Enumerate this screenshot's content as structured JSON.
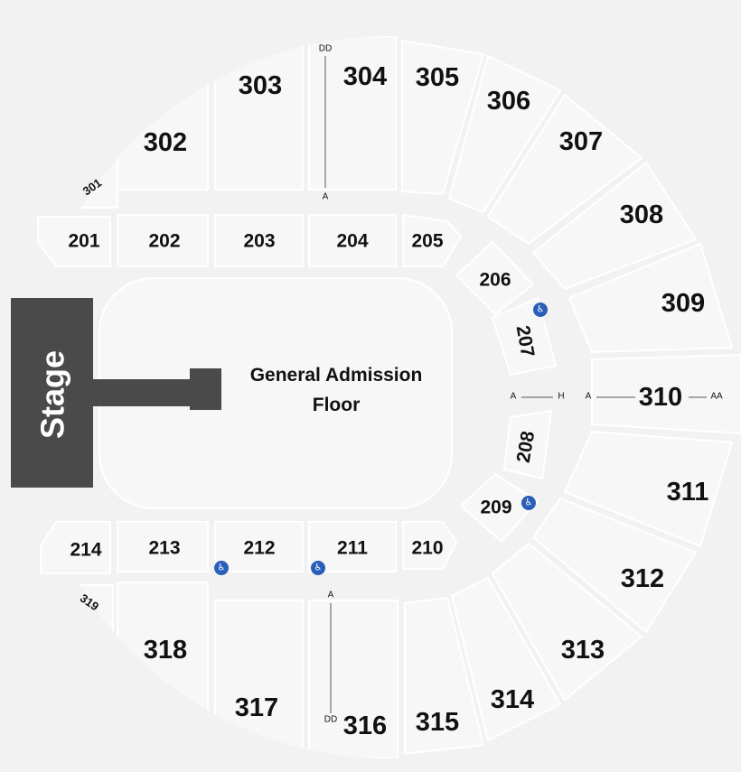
{
  "stage": {
    "label": "Stage"
  },
  "floor": {
    "line1": "General Admission",
    "line2": "Floor"
  },
  "sections_300": [
    {
      "id": "301",
      "label": "301"
    },
    {
      "id": "302",
      "label": "302"
    },
    {
      "id": "303",
      "label": "303"
    },
    {
      "id": "304",
      "label": "304"
    },
    {
      "id": "305",
      "label": "305"
    },
    {
      "id": "306",
      "label": "306"
    },
    {
      "id": "307",
      "label": "307"
    },
    {
      "id": "308",
      "label": "308"
    },
    {
      "id": "309",
      "label": "309"
    },
    {
      "id": "310",
      "label": "310"
    },
    {
      "id": "311",
      "label": "311"
    },
    {
      "id": "312",
      "label": "312"
    },
    {
      "id": "313",
      "label": "313"
    },
    {
      "id": "314",
      "label": "314"
    },
    {
      "id": "315",
      "label": "315"
    },
    {
      "id": "316",
      "label": "316"
    },
    {
      "id": "317",
      "label": "317"
    },
    {
      "id": "318",
      "label": "318"
    },
    {
      "id": "319",
      "label": "319"
    }
  ],
  "sections_200": [
    {
      "id": "201",
      "label": "201"
    },
    {
      "id": "202",
      "label": "202"
    },
    {
      "id": "203",
      "label": "203"
    },
    {
      "id": "204",
      "label": "204"
    },
    {
      "id": "205",
      "label": "205"
    },
    {
      "id": "206",
      "label": "206"
    },
    {
      "id": "207",
      "label": "207"
    },
    {
      "id": "208",
      "label": "208"
    },
    {
      "id": "209",
      "label": "209"
    },
    {
      "id": "210",
      "label": "210"
    },
    {
      "id": "211",
      "label": "211"
    },
    {
      "id": "212",
      "label": "212"
    },
    {
      "id": "213",
      "label": "213"
    },
    {
      "id": "214",
      "label": "214"
    }
  ],
  "row_markers": {
    "r304_top": "DD",
    "r304_bottom": "A",
    "r316_top": "A",
    "r316_bottom": "DD",
    "r207_left": "A",
    "r207_right": "H",
    "r310_left": "A",
    "r310_right": "AA"
  },
  "accessibility": {
    "icon": "wheelchair-icon",
    "glyph": "♿",
    "color": "#2a5fb8"
  },
  "colors": {
    "background": "#f2f2f2",
    "section_fill": "#f7f7f7",
    "stage": "#4a4a4a"
  }
}
